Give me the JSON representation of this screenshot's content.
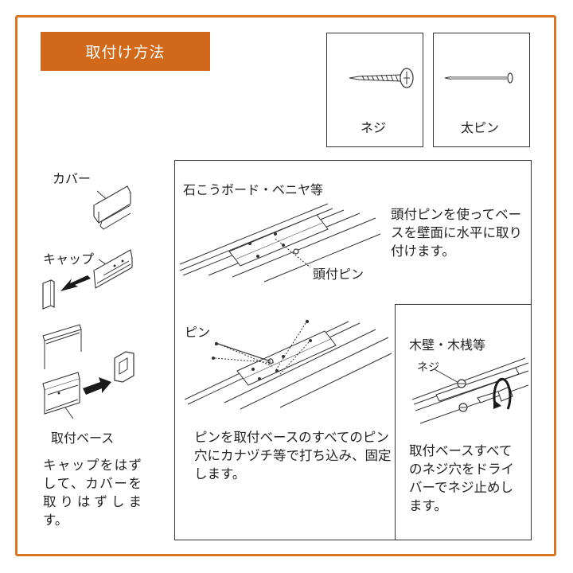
{
  "title": "取付け方法",
  "parts": {
    "screw_label": "ネジ",
    "pin_label": "太ピン"
  },
  "left_column": {
    "cover_label": "カバー",
    "cap_label": "キャップ",
    "base_label": "取付ベース",
    "instruction": "キャップをはずして、カバーを取りはずします。"
  },
  "gypsum_panel": {
    "heading": "石こうボード・ベニヤ等",
    "head_pin_text": "頭付ピンを使ってベースを壁面に水平に取り付けます。",
    "head_pin_label": "頭付ピン",
    "pin_label": "ピン",
    "pin_instruction": "ピンを取付ベースのすべてのピン穴にカナヅチ等で打ち込み、固定します。"
  },
  "wood_panel": {
    "heading": "木壁・木桟等",
    "screw_label": "ネジ",
    "instruction": "取付ベースすべてのネジ穴をドライバーでネジ止めします。"
  },
  "colors": {
    "accent": "#d2691a",
    "frame": "#d9741f",
    "arrow": "#1a1a1a"
  }
}
